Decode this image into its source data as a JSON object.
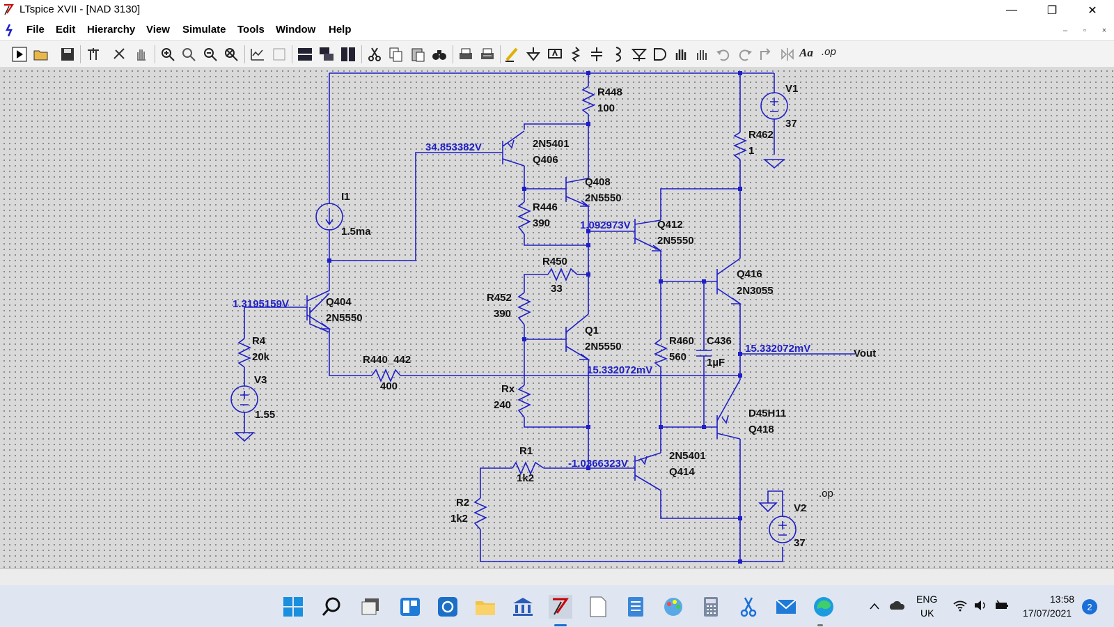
{
  "window": {
    "title": "LTspice XVII - [NAD 3130]",
    "minimize_glyph": "—",
    "maximize_glyph": "❐",
    "close_glyph": "✕"
  },
  "menu": {
    "items": [
      {
        "label": "File"
      },
      {
        "label": "Edit"
      },
      {
        "label": "Hierarchy"
      },
      {
        "label": "View"
      },
      {
        "label": "Simulate"
      },
      {
        "label": "Tools"
      },
      {
        "label": "Window"
      },
      {
        "label": "Help"
      }
    ],
    "doc_minimize": "–",
    "doc_restore": "▫",
    "doc_close": "×"
  },
  "toolbar": {
    "icons": [
      "run-icon",
      "open-icon",
      "save-icon",
      "control-panel-icon",
      "halt-icon",
      "pan-icon",
      "zoom-in-icon",
      "zoom-area-icon",
      "zoom-out-icon",
      "zoom-fit-icon",
      "autorange-icon",
      "plot-settings-icon",
      "tile-horizontal-icon",
      "cascade-icon",
      "tile-vertical-icon",
      "cut-icon",
      "copy-icon",
      "paste-icon",
      "find-icon",
      "print-icon",
      "print-setup-icon",
      "draw-wire-icon",
      "ground-icon",
      "label-net-icon",
      "resistor-icon",
      "capacitor-icon",
      "inductor-icon",
      "diode-icon",
      "component-icon",
      "move-icon",
      "drag-icon",
      "undo-icon",
      "redo-icon",
      "rotate-icon",
      "mirror-icon",
      "text-icon",
      "spice-directive-icon"
    ],
    "text_tool_label": "Aa",
    "directive_tool_label": ".op"
  },
  "schematic": {
    "components": {
      "R448": {
        "name": "R448",
        "value": "100"
      },
      "V1": {
        "name": "V1",
        "value": "37"
      },
      "R462": {
        "name": "R462",
        "value": "1"
      },
      "Q406": {
        "name": "Q406",
        "model": "2N5401"
      },
      "Q408": {
        "name": "Q408",
        "model": "2N5550"
      },
      "R446": {
        "name": "R446",
        "value": "390"
      },
      "I1": {
        "name": "I1",
        "value": "1.5ma"
      },
      "Q412": {
        "name": "Q412",
        "model": "2N5550"
      },
      "R450": {
        "name": "R450",
        "value": "33"
      },
      "Q416": {
        "name": "Q416",
        "model": "2N3055"
      },
      "R452": {
        "name": "R452",
        "value": "390"
      },
      "Q404": {
        "name": "Q404",
        "model": "2N5550"
      },
      "R4": {
        "name": "R4",
        "value": "20k"
      },
      "Q1": {
        "name": "Q1",
        "model": "2N5550"
      },
      "R460": {
        "name": "R460",
        "value": "560"
      },
      "C436": {
        "name": "C436",
        "value": "1µF"
      },
      "R440": {
        "name": "R440_442",
        "value": "400"
      },
      "V3": {
        "name": "V3",
        "value": "1.55"
      },
      "Rx": {
        "name": "Rx",
        "value": "240"
      },
      "Q418": {
        "name": "Q418",
        "model": "D45H11"
      },
      "R1": {
        "name": "R1",
        "value": "1k2"
      },
      "Q414": {
        "name": "Q414",
        "model": "2N5401"
      },
      "R2": {
        "name": "R2",
        "value": "1k2"
      },
      "V2": {
        "name": "V2",
        "value": "37"
      }
    },
    "net_voltages": {
      "q406_base": "34.853382V",
      "q412_base": "1.092973V",
      "q404_base": "1.3195159V",
      "vout": "15.332072mV",
      "q1_emitter": "15.332072mV",
      "q414_base": "-1.0366323V"
    },
    "output_label": "Vout",
    "directive": ".op"
  },
  "taskbar": {
    "apps": [
      "windows-start-icon",
      "search-icon",
      "task-view-icon",
      "widgets-icon",
      "store-sync-icon",
      "file-explorer-icon",
      "bank-icon",
      "ltspice-icon",
      "notepad-page-icon",
      "notepad-icon",
      "paint-icon",
      "calculator-icon",
      "snipping-tool-icon",
      "mail-icon",
      "edge-icon"
    ],
    "language_top": "ENG",
    "language_bottom": "UK",
    "time": "13:58",
    "date": "17/07/2021",
    "notification_count": "2"
  },
  "colors": {
    "wire": "#1f1fc8",
    "component": "#1f1fc8",
    "node_voltage": "#1f1fc8",
    "background": "#d9d9d9",
    "grid_dot": "#6f6f6f"
  }
}
